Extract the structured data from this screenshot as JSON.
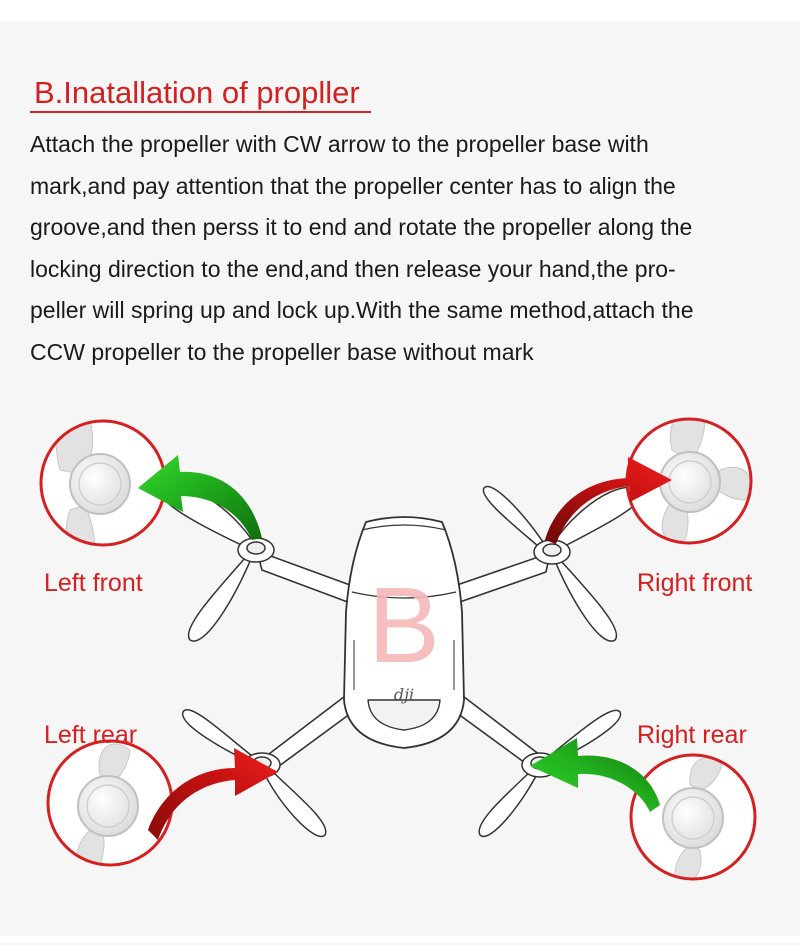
{
  "section": {
    "heading": "B.Inatallation of propller",
    "body_lines": [
      "Attach the propeller with CW arrow to the propeller base with",
      "mark,and pay attention that the propeller center has to align the",
      "groove,and then perss it to end and rotate the propeller along the",
      "locking direction to the end,and then release your hand,the pro-",
      "peller will spring up and lock up.With the same method,attach the",
      "CCW propeller to the propeller base without mark"
    ]
  },
  "diagram": {
    "watermark_letter": "B",
    "brand_text": "dji",
    "labels": {
      "left_front": "Left front",
      "right_front": "Right front",
      "left_rear": "Left rear",
      "right_rear": "Right rear"
    },
    "colors": {
      "accent": "#d42020",
      "arrow_green": "#22b21e",
      "arrow_red": "#c61212",
      "watermark": "#f5b8b8"
    }
  }
}
